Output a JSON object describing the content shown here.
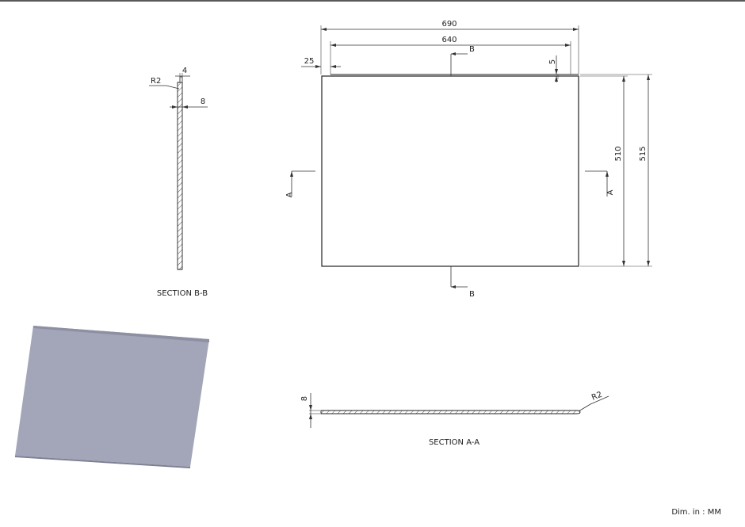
{
  "front_view": {
    "width_overall": "690",
    "width_inner": "640",
    "offset_left": "25",
    "lip": "5",
    "height_inner": "510",
    "height_overall": "515",
    "cut_a": "A",
    "cut_b": "B"
  },
  "section_bb": {
    "title": "SECTION B-B",
    "radius": "R2",
    "thickness_top": "4",
    "thickness": "8"
  },
  "section_aa": {
    "title": "SECTION A-A",
    "thickness": "8",
    "radius": "R2"
  },
  "units_label": "Dim. in :  MM",
  "colors": {
    "isometric_face": "#a3a5b8",
    "isometric_edge": "#7d7f93",
    "line": "#333333"
  }
}
